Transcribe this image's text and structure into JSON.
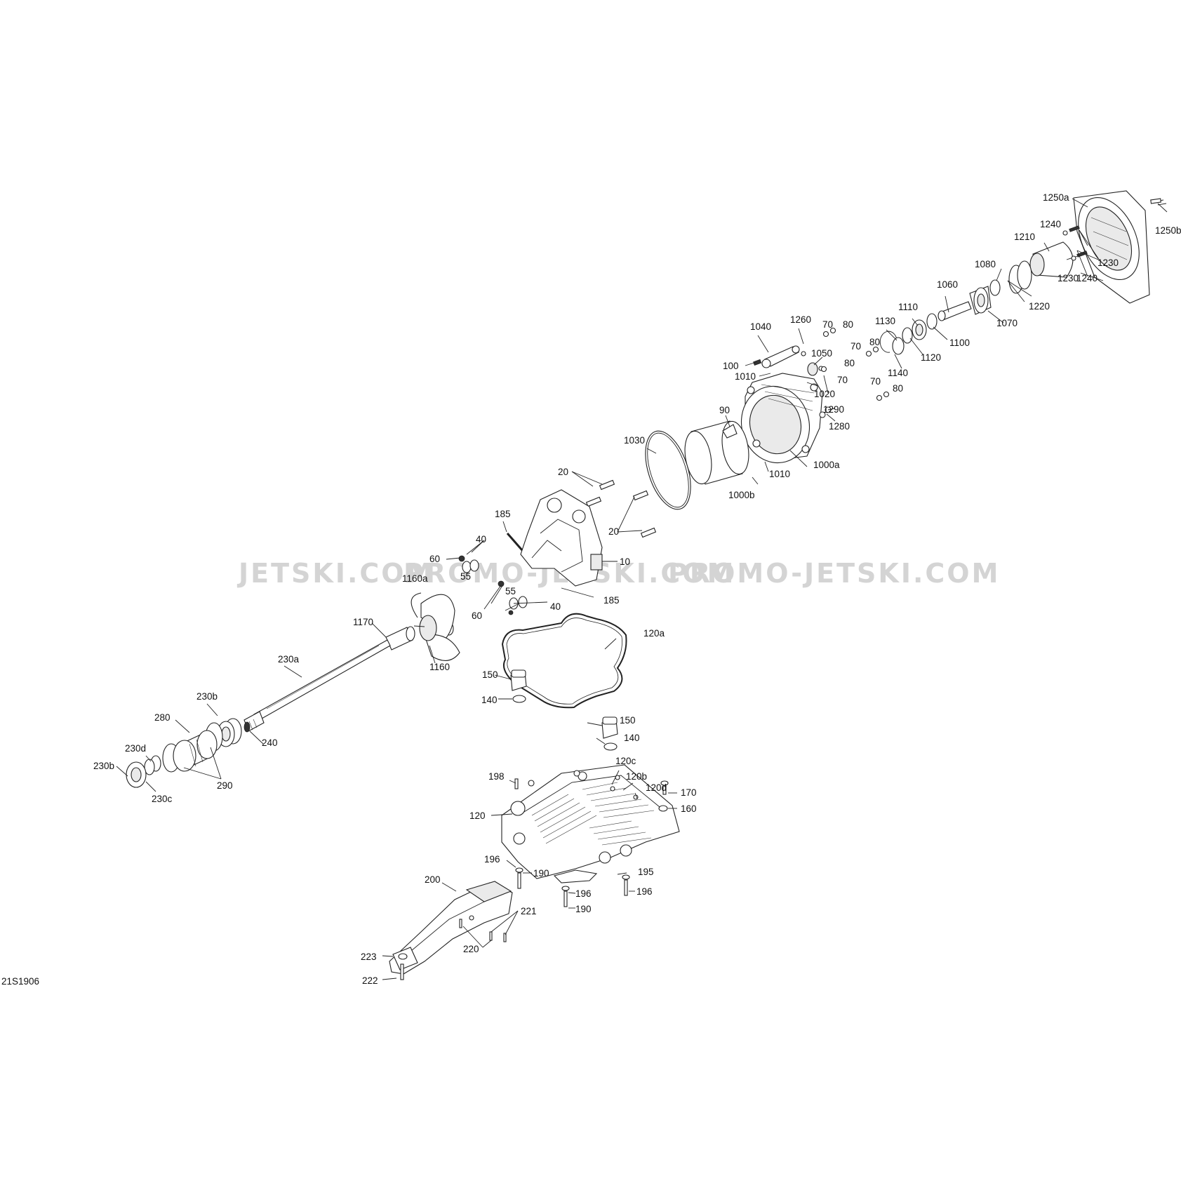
{
  "diagram": {
    "drawing_code": "21S1906",
    "watermarks": [
      "JETSKI.COM",
      "PROMO-JETSKI.COM",
      "PROMO-JETSKI.COM"
    ],
    "callouts": [
      "1250a",
      "1250b",
      "1240",
      "1240",
      "1210",
      "1230",
      "1230",
      "1080",
      "1220",
      "1060",
      "1070",
      "1110",
      "1100",
      "1130",
      "1120",
      "1140",
      "1260",
      "70",
      "80",
      "1040",
      "70",
      "80",
      "1050",
      "80",
      "100",
      "1010",
      "70",
      "1020",
      "70",
      "80",
      "1290",
      "90",
      "1280",
      "1030",
      "1010",
      "1000a",
      "1000b",
      "20",
      "20",
      "185",
      "10",
      "185",
      "40",
      "60",
      "1160a",
      "55",
      "55",
      "40",
      "60",
      "1170",
      "120a",
      "230a",
      "1160",
      "150",
      "140",
      "230b",
      "150",
      "140",
      "280",
      "240",
      "230d",
      "230b",
      "290",
      "230c",
      "120c",
      "198",
      "120b",
      "120d",
      "170",
      "160",
      "120",
      "196",
      "190",
      "196",
      "195",
      "196",
      "190",
      "200",
      "221",
      "220",
      "223",
      "222"
    ]
  }
}
